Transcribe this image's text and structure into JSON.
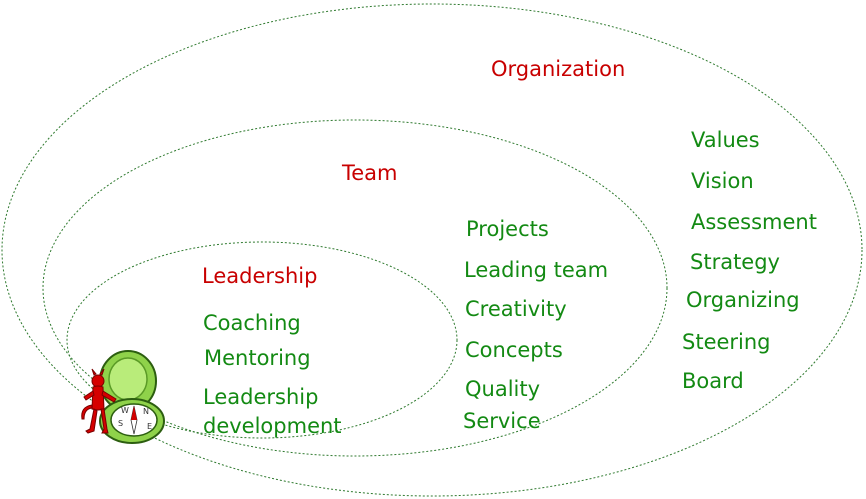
{
  "colors": {
    "heading": "#c80000",
    "item": "#138a13",
    "ring": "#2f7a2f",
    "compass": "#8fd24a"
  },
  "organization": {
    "heading": "Organization",
    "items": [
      "Values",
      "Vision",
      "Assessment",
      "Strategy",
      "Organizing",
      "Steering",
      "Board"
    ]
  },
  "team": {
    "heading": "Team",
    "items": [
      "Projects",
      "Leading team",
      "Creativity",
      "Concepts",
      "Quality",
      "Service"
    ]
  },
  "leadership": {
    "heading": "Leadership",
    "items": [
      "Coaching",
      "Mentoring",
      "Leadership",
      "development"
    ]
  },
  "compass": {
    "icon": "compass-icon",
    "letters": [
      "N",
      "E",
      "S",
      "W"
    ]
  },
  "figure": {
    "icon": "red-devil-figure-icon"
  }
}
